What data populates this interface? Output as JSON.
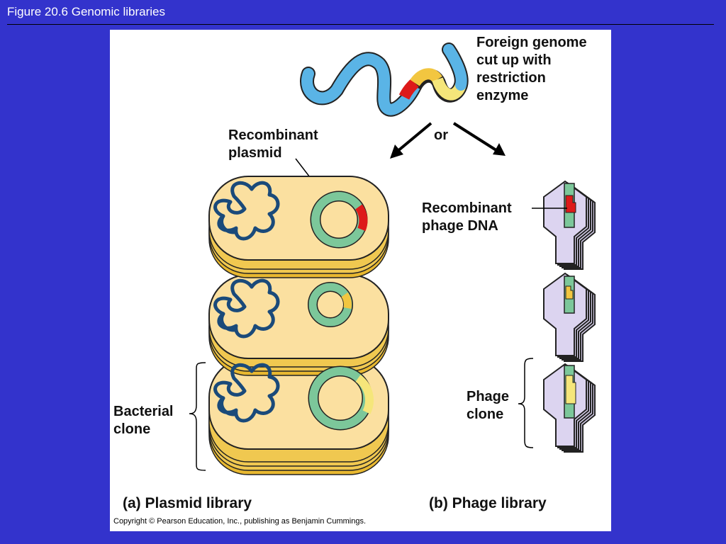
{
  "slide": {
    "title": "Figure 20.6  Genomic libraries"
  },
  "labels": {
    "foreign_genome": "Foreign genome\ncut up with\nrestriction\nenzyme",
    "or": "or",
    "recombinant_plasmid": "Recombinant\nplasmid",
    "recombinant_phage_dna": "Recombinant\nphage DNA",
    "bacterial_clone": "Bacterial\nclone",
    "phage_clone": "Phage\nclone",
    "plasmid_library": "(a) Plasmid library",
    "phage_library": "(b) Phage library",
    "copyright": "Copyright © Pearson Education, Inc., publishing as Benjamin Cummings."
  },
  "colors": {
    "background": "#3333cc",
    "panel": "#ffffff",
    "cell_fill": "#fbe0a0",
    "cell_edge": "#e8b830",
    "chromosome": "#1a4a7a",
    "plasmid": "#7cc79a",
    "dna_blue": "#5ab4e6",
    "insert_red": "#dd1a1a",
    "insert_yellow": "#f5e67a",
    "insert_orange": "#f2c640",
    "phage_fill": "#dcd4f0"
  }
}
